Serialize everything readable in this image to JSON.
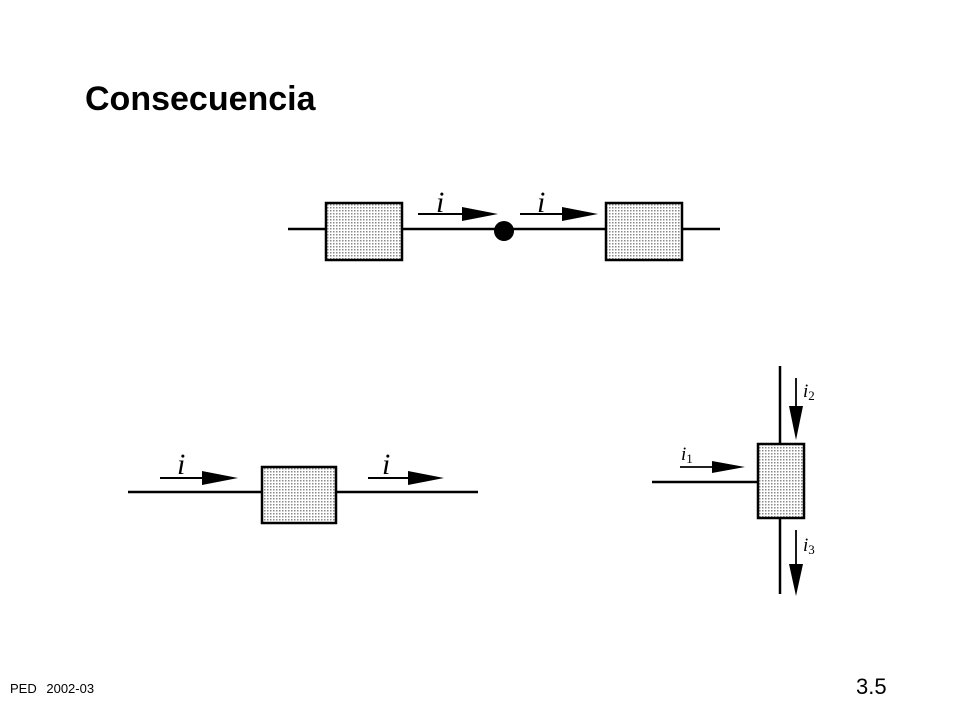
{
  "title": "Consecuencia",
  "footer": {
    "course": "PED",
    "year": "2002-03"
  },
  "page_number": "3.5",
  "labels": {
    "series_current": "i",
    "kcl_i1_base": "i",
    "kcl_i1_sub": "1",
    "kcl_i2_base": "i",
    "kcl_i2_sub": "2",
    "kcl_i3_base": "i",
    "kcl_i3_sub": "3"
  },
  "colors": {
    "stroke": "#000000",
    "box_fill": "#dcdcdc"
  }
}
